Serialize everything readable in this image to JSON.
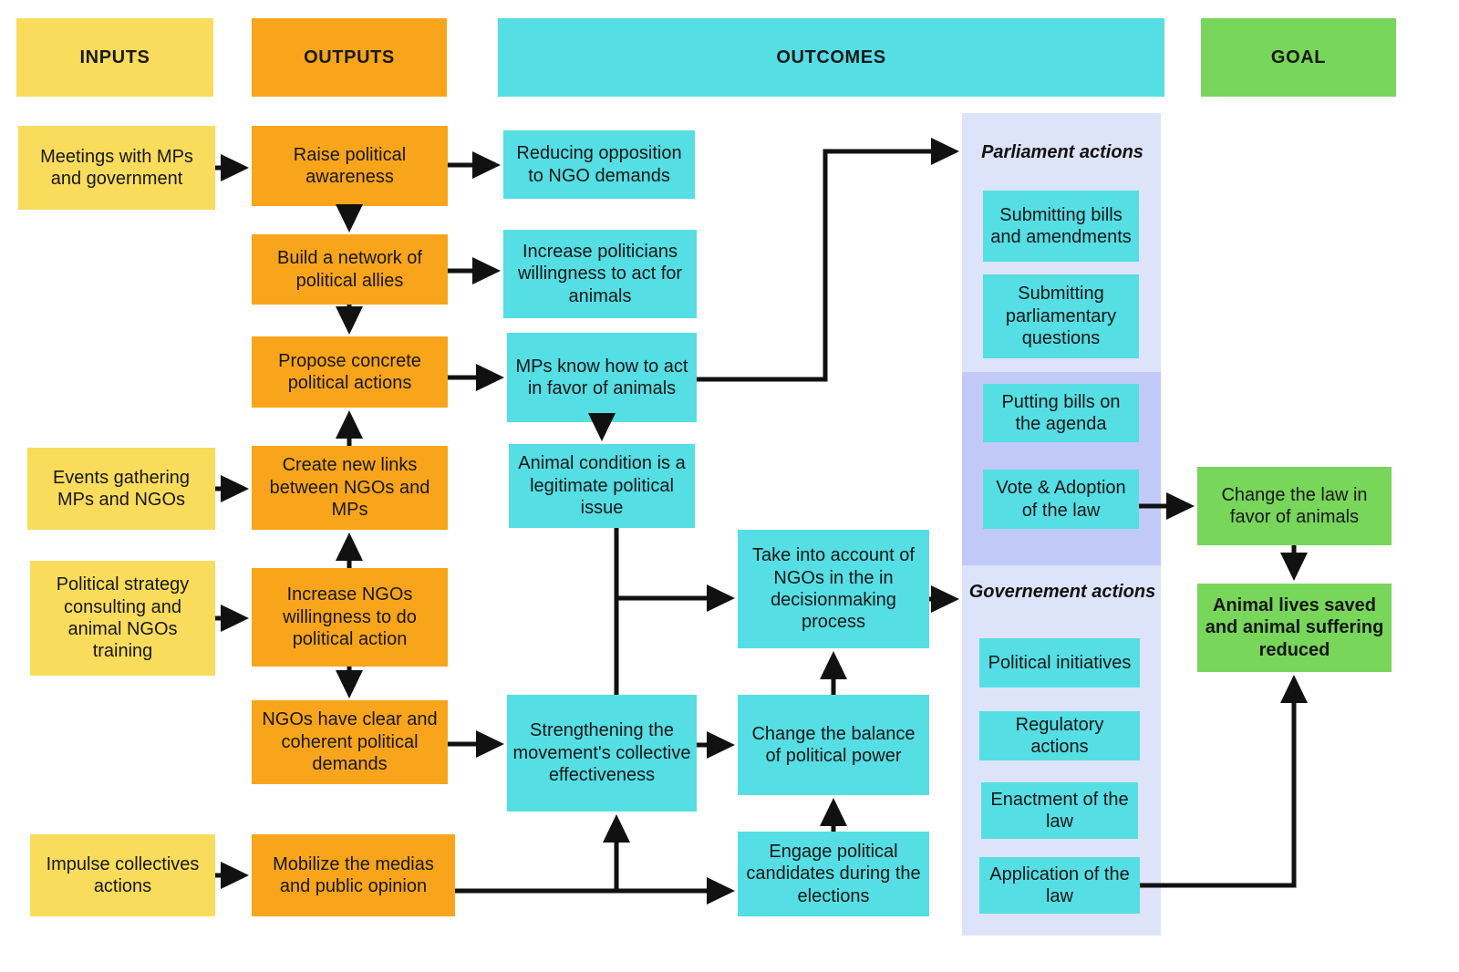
{
  "headers": [
    {
      "key": "inputs",
      "label": "INPUTS"
    },
    {
      "key": "outputs",
      "label": "OUTPUTS"
    },
    {
      "key": "outcomes",
      "label": "OUTCOMES"
    },
    {
      "key": "goal",
      "label": "GOAL"
    }
  ],
  "colors": {
    "inputs": "#F9DC5C",
    "outputs": "#F9A51B",
    "outcomes": "#55DEE3",
    "goal": "#78D65B",
    "panel_light": "#DDE3F9",
    "panel_dark": "#C0C9F7",
    "arrow": "#111111"
  },
  "inputs": [
    {
      "id": "meetings",
      "label": "Meetings with MPs and government"
    },
    {
      "id": "events",
      "label": "Events gathering MPs and NGOs"
    },
    {
      "id": "consulting",
      "label": "Political strategy consulting and animal NGOs training"
    },
    {
      "id": "impulse",
      "label": "Impulse collectives actions"
    }
  ],
  "outputs": [
    {
      "id": "raise",
      "label": "Raise political awareness"
    },
    {
      "id": "network",
      "label": "Build a network of political allies"
    },
    {
      "id": "propose",
      "label": "Propose concrete political actions"
    },
    {
      "id": "links",
      "label": "Create new links between NGOs and MPs"
    },
    {
      "id": "willingness",
      "label": "Increase NGOs willingness to do political action"
    },
    {
      "id": "demands",
      "label": "NGOs have clear and coherent political demands"
    },
    {
      "id": "mobilize",
      "label": "Mobilize the medias and public opinion"
    }
  ],
  "outcomes": [
    {
      "id": "reducing",
      "label": "Reducing opposition to NGO demands"
    },
    {
      "id": "increase_pol",
      "label": "Increase politicians willingness to act for animals"
    },
    {
      "id": "mps_know",
      "label": "MPs know how to act in favor of animals"
    },
    {
      "id": "legitimate",
      "label": "Animal condition is a legitimate political issue"
    },
    {
      "id": "take_account",
      "label": "Take into account of NGOs in the in decisionmaking process"
    },
    {
      "id": "strengthening",
      "label": "Strengthening the movement's collective effectiveness"
    },
    {
      "id": "balance",
      "label": "Change the balance of political power"
    },
    {
      "id": "engage",
      "label": "Engage political candidates during the elections"
    }
  ],
  "panels": [
    {
      "id": "parliament",
      "title": "Parliament actions",
      "items": [
        {
          "id": "bills",
          "label": "Submitting bills and amendments"
        },
        {
          "id": "questions",
          "label": "Submitting parliamentary questions"
        },
        {
          "id": "agenda",
          "label": "Putting bills on the agenda"
        },
        {
          "id": "vote",
          "label": "Vote & Adoption of the law"
        }
      ]
    },
    {
      "id": "government",
      "title": "Governement actions",
      "items": [
        {
          "id": "initiatives",
          "label": "Political initiatives"
        },
        {
          "id": "regulatory",
          "label": "Regulatory actions"
        },
        {
          "id": "enactment",
          "label": "Enactment of the law"
        },
        {
          "id": "application",
          "label": "Application of the law"
        }
      ]
    }
  ],
  "goals": [
    {
      "id": "change_law",
      "label": "Change the law in favor of animals",
      "bold": false
    },
    {
      "id": "lives_saved",
      "label": "Animal lives saved and animal suffering reduced",
      "bold": true
    }
  ]
}
